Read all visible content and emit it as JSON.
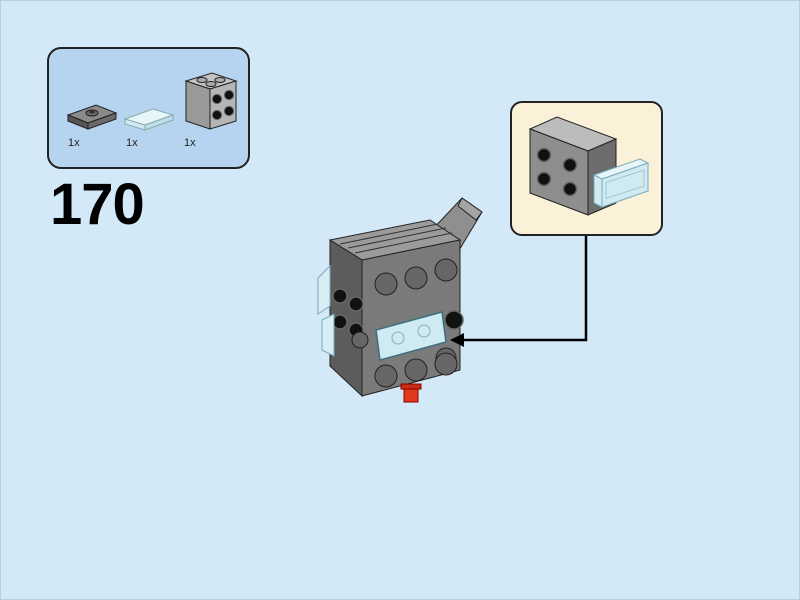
{
  "step": {
    "number": "170"
  },
  "parts_list": {
    "items": [
      {
        "name": "dark-gray-jumper-plate-1x2",
        "qty": "1x"
      },
      {
        "name": "trans-light-blue-tile-1x2",
        "qty": "1x"
      },
      {
        "name": "light-gray-brick-2x2-side-studs",
        "qty": "1x"
      }
    ]
  },
  "colors": {
    "background": "#d4e9f8",
    "parts_box": "#b6d4ef",
    "callout_box": "#fbf0d8",
    "dark_gray": "#6b6b6b",
    "light_gray": "#a9a9a9",
    "trans_light_blue": "#cfeaf0",
    "red": "#e03a1c"
  }
}
